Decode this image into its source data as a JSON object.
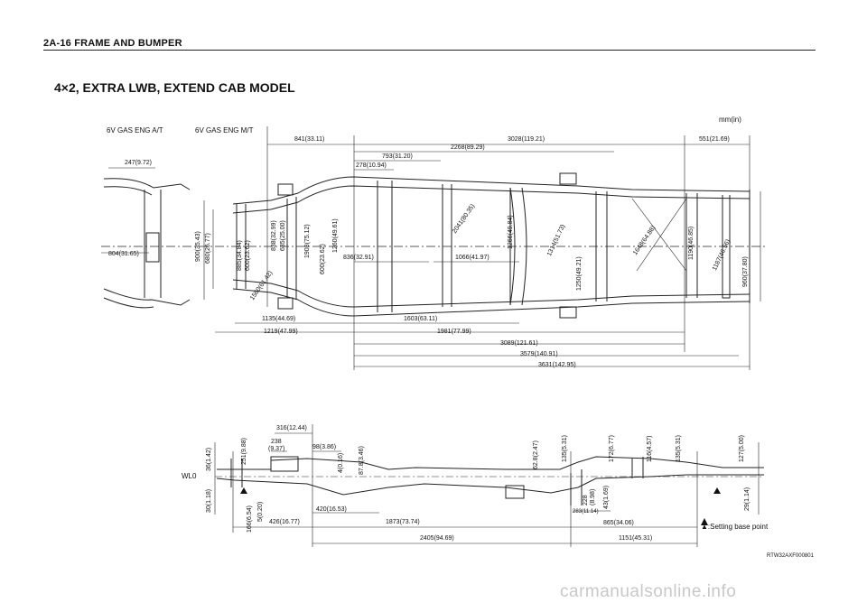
{
  "header": {
    "text": "2A-16  FRAME AND BUMPER"
  },
  "title": "4×2, EXTRA LWB, EXTEND CAB MODEL",
  "unit_label": "mm(in)",
  "variant_labels": [
    "6V GAS ENG A/T",
    "6V GAS ENG M/T"
  ],
  "plan_dims": {
    "d247": "247(9.72)",
    "d804": "804(31.65)",
    "d841": "841(33.11)",
    "d3028": "3028(119.21)",
    "d551": "551(21.69)",
    "d2268": "2268(89.29)",
    "d793": "793(31.20)",
    "d278": "278(10.94)",
    "d900": "900(35.43)",
    "d680": "680(26.77)",
    "d885": "885(34.84)",
    "d600a": "600(23.62)",
    "d838": "838(32.99)",
    "d635": "635(25.00)",
    "d1260": "1260(49.61)",
    "d600b": "600(23.62)",
    "d1908": "1908(75.12)",
    "d1560": "1560(61.42)",
    "d836": "836(32.91)",
    "d1066": "1066(41.97)",
    "d2041": "2041(80.35)",
    "d1266": "1266(49.84)",
    "d1314": "1314(51.73)",
    "d1250": "1250(49.21)",
    "d1648": "1648(64.88)",
    "d1190": "1190(46.85)",
    "d1187": "1187(46.56)",
    "d960": "960(37.80)",
    "d1135": "1135(44.69)",
    "d1603": "1603(63.11)",
    "d1219": "1219(47.99)",
    "d1981": "1981(77.99)",
    "d3089": "3089(121.61)",
    "d3579": "3579(140.91)",
    "d3631": "3631(142.95)"
  },
  "side_dims": {
    "d316": "316(12.44)",
    "d238a": "238",
    "d238b": "(9.37)",
    "d98": "98(3.86)",
    "d36": "36(1.42)",
    "d251": "251(9.88)",
    "d4": "4(0.16)",
    "d87": "87.8(3.46)",
    "d62": "62.8(2.47)",
    "d135a": "135(5.31)",
    "d172": "172(6.77)",
    "d116": "116(4.57)",
    "d135b": "135(5.31)",
    "d127": "127(5.00)",
    "wl0": "WL0",
    "d30": "30(1.18)",
    "d166": "166(6.54)",
    "d5": "5(0.20)",
    "d420": "420(16.53)",
    "d426": "426(16.77)",
    "d1873": "1873(73.74)",
    "d228": "228",
    "d8": "(8.98)",
    "d43": "43(1.69)",
    "d283": "283(11.14)",
    "d865": "865(34.06)",
    "d29": "29(1.14)",
    "d2405": "2405(94.69)",
    "d1151": "1151(45.31)"
  },
  "legend": {
    "symbol": "▲",
    "text": ":Setting base point"
  },
  "figure_code": "RTW32AXF000801",
  "watermark": "carmanualsonline.info"
}
